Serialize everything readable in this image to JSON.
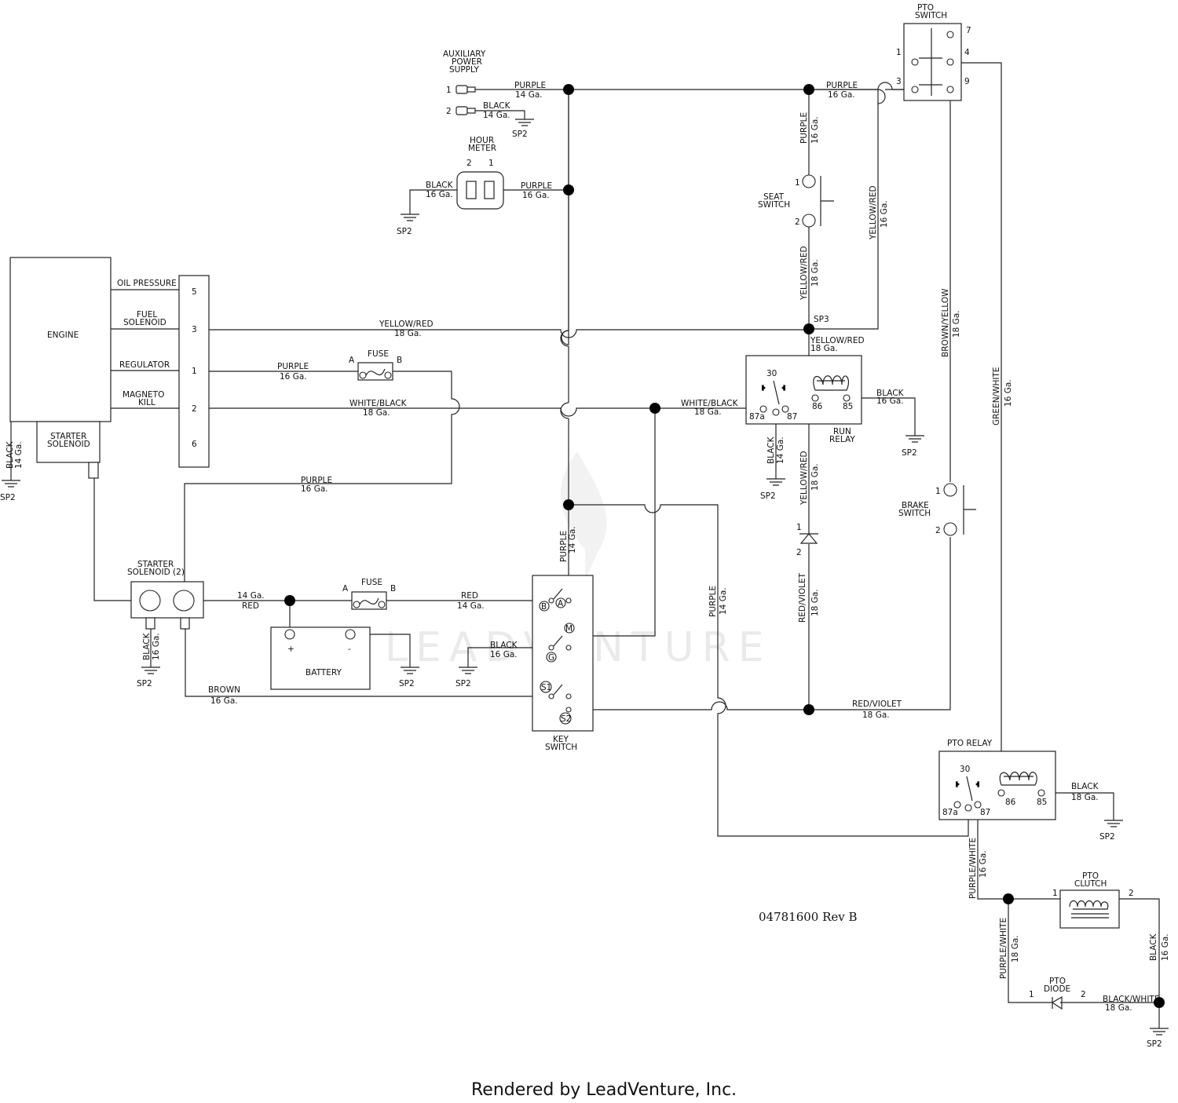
{
  "components": {
    "aux_power": {
      "title_1": "AUXILIARY",
      "title_2": "POWER",
      "title_3": "SUPPLY",
      "pin_1": "1",
      "pin_2": "2"
    },
    "hour_meter": {
      "title_1": "HOUR",
      "title_2": "METER",
      "pin_2": "2",
      "pin_1": "1"
    },
    "engine": {
      "title": "ENGINE",
      "oil_pressure": "OIL PRESSURE",
      "fuel_solenoid_1": "FUEL",
      "fuel_solenoid_2": "SOLENOID",
      "regulator": "REGULATOR",
      "magneto_1": "MAGNETO",
      "magneto_2": "KILL",
      "starter_solenoid_1": "STARTER",
      "starter_solenoid_2": "SOLENOID",
      "pin_5": "5",
      "pin_3": "3",
      "pin_1": "1",
      "pin_2": "2",
      "pin_6": "6"
    },
    "fuse_top": {
      "title": "FUSE",
      "a": "A",
      "b": "B"
    },
    "fuse_bottom": {
      "title": "FUSE",
      "a": "A",
      "b": "B"
    },
    "starter_solenoid_2": {
      "title_1": "STARTER",
      "title_2": "SOLENOID (2)"
    },
    "battery": {
      "title": "BATTERY",
      "plus": "+",
      "minus": "-"
    },
    "key_switch": {
      "title_1": "KEY",
      "title_2": "SWITCH",
      "b": "B",
      "a": "A",
      "m": "M",
      "g": "G",
      "s1": "S1",
      "s2": "S2"
    },
    "pto_switch": {
      "title_1": "PTO",
      "title_2": "SWITCH",
      "pin_7": "7",
      "pin_1": "1",
      "pin_4": "4",
      "pin_3": "3",
      "pin_9": "9"
    },
    "seat_switch": {
      "title_1": "SEAT",
      "title_2": "SWITCH",
      "pin_1": "1",
      "pin_2": "2"
    },
    "run_relay": {
      "title_1": "RUN",
      "title_2": "RELAY",
      "pin_30": "30",
      "pin_87a": "87a",
      "pin_87": "87",
      "pin_86": "86",
      "pin_85": "85"
    },
    "brake_switch": {
      "title_1": "BRAKE",
      "title_2": "SWITCH",
      "pin_1": "1",
      "pin_2": "2"
    },
    "diode_1": {
      "pin_1": "1",
      "pin_2": "2"
    },
    "pto_relay": {
      "title": "PTO RELAY",
      "pin_30": "30",
      "pin_87a": "87a",
      "pin_87": "87",
      "pin_86": "86",
      "pin_85": "85"
    },
    "pto_clutch": {
      "title_1": "PTO",
      "title_2": "CLUTCH",
      "pin_1": "1",
      "pin_2": "2"
    },
    "pto_diode": {
      "title_1": "PTO",
      "title_2": "DIODE",
      "pin_1": "1",
      "pin_2": "2"
    }
  },
  "wires": {
    "aux_purple": {
      "color": "PURPLE",
      "gauge": "14 Ga."
    },
    "aux_black": {
      "color": "BLACK",
      "gauge": "14 Ga."
    },
    "hm_black": {
      "color": "BLACK",
      "gauge": "16 Ga."
    },
    "hm_purple": {
      "color": "PURPLE",
      "gauge": "16 Ga."
    },
    "top_purple_16": {
      "color": "PURPLE",
      "gauge": "16 Ga."
    },
    "seat_purple": {
      "color": "PURPLE",
      "gauge": "16 Ga."
    },
    "seat_yellow_red": {
      "color": "YELLOW/RED",
      "gauge": "18 Ga."
    },
    "pto_yellow_red": {
      "color": "YELLOW/RED",
      "gauge": "16 Ga."
    },
    "engine_yellow_red": {
      "color": "YELLOW/RED",
      "gauge": "18 Ga."
    },
    "relay_yellow_red": {
      "color": "YELLOW/RED",
      "gauge": "18 Ga."
    },
    "reg_purple": {
      "color": "PURPLE",
      "gauge": "16 Ga."
    },
    "kill_white_black": {
      "color": "WHITE/BLACK",
      "gauge": "18 Ga."
    },
    "relay_white_black": {
      "color": "WHITE/BLACK",
      "gauge": "18 Ga."
    },
    "relay_black": {
      "color": "BLACK",
      "gauge": "16 Ga."
    },
    "relay_black_14": {
      "color": "BLACK",
      "gauge": "14 Ga."
    },
    "engine_black": {
      "color": "BLACK",
      "gauge": "14 Ga."
    },
    "sol_purple": {
      "color": "PURPLE",
      "gauge": "16 Ga."
    },
    "key_purple": {
      "color": "PURPLE",
      "gauge": "14 Ga."
    },
    "brown_yellow": {
      "color": "BROWN/YELLOW",
      "gauge": "18 Ga."
    },
    "green_white": {
      "color": "GREEN/WHITE",
      "gauge": "16 Ga."
    },
    "diode_yellow_red": {
      "color": "YELLOW/RED",
      "gauge": "18 Ga."
    },
    "red_violet_v": {
      "color": "RED/VIOLET",
      "gauge": "18 Ga."
    },
    "red_violet_h": {
      "color": "RED/VIOLET",
      "gauge": "18 Ga."
    },
    "sol_red": {
      "gauge": "14 Ga.",
      "color": "RED"
    },
    "fuse_red": {
      "color": "RED",
      "gauge": "14 Ga."
    },
    "sol_black": {
      "color": "BLACK",
      "gauge": "16 Ga."
    },
    "key_black": {
      "color": "BLACK",
      "gauge": "16 Ga."
    },
    "brown": {
      "color": "BROWN",
      "gauge": "16 Ga."
    },
    "pto_purple": {
      "color": "PURPLE",
      "gauge": "14 Ga."
    },
    "pto_relay_black": {
      "color": "BLACK",
      "gauge": "18 Ga."
    },
    "purple_white_16": {
      "color": "PURPLE/WHITE",
      "gauge": "16 Ga."
    },
    "purple_white_18": {
      "color": "PURPLE/WHITE",
      "gauge": "18 Ga."
    },
    "clutch_black": {
      "color": "BLACK",
      "gauge": "16 Ga."
    },
    "black_white": {
      "color": "BLACK/WHITE",
      "gauge": "18 Ga."
    }
  },
  "splice": {
    "sp3": "SP3"
  },
  "ground_label": "SP2",
  "revision": "04781600 Rev  B",
  "watermark": "LEADVENTURE",
  "footer": "Rendered by LeadVenture, Inc.",
  "colors": {
    "ink": "#222222",
    "watermark": "#d9d9d9"
  }
}
